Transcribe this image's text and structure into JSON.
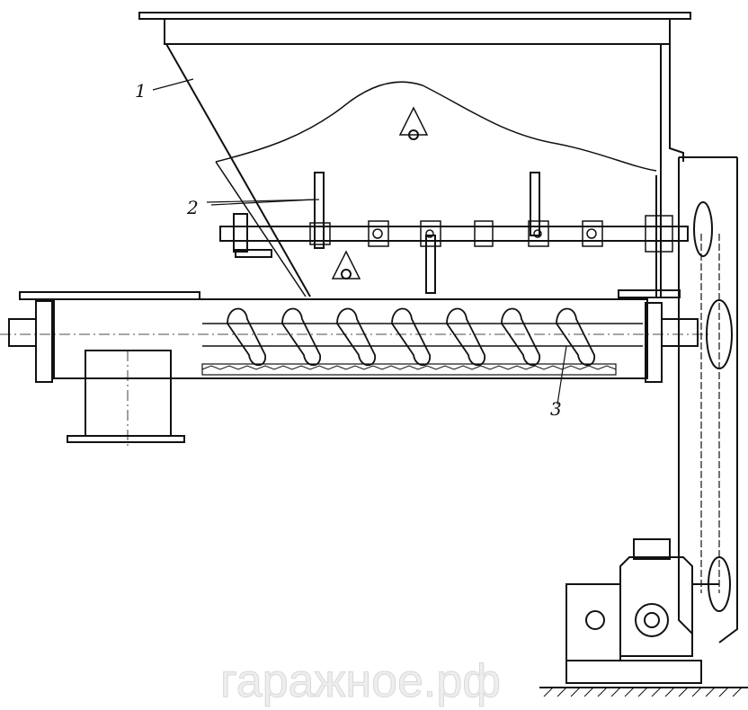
{
  "labels": {
    "hopper": "1",
    "agitator_shaft": "2",
    "screw_conveyor": "3"
  },
  "watermark": "гаражное.рф",
  "colors": {
    "line": "#111111",
    "background": "#ffffff",
    "watermark": "#d8d8d8"
  }
}
